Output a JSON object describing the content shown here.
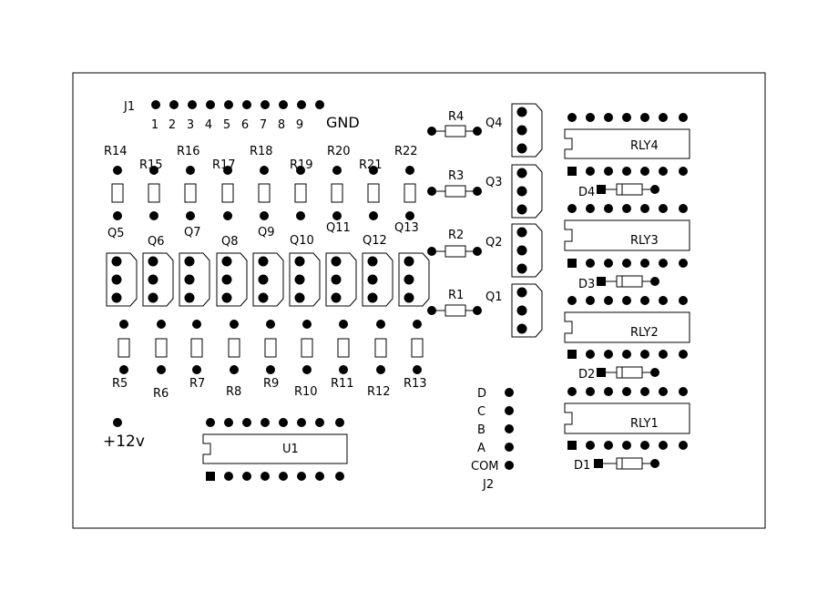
{
  "connectors": {
    "j1": {
      "name": "J1",
      "pins": [
        "1",
        "2",
        "3",
        "4",
        "5",
        "6",
        "7",
        "8",
        "9"
      ],
      "gnd": "GND"
    },
    "j2": {
      "name": "J2",
      "pins": [
        "D",
        "C",
        "B",
        "A",
        "COM"
      ]
    }
  },
  "labels": {
    "power": "+12v",
    "ic": "U1"
  },
  "top_resistors": [
    "R14",
    "R15",
    "R16",
    "R17",
    "R18",
    "R19",
    "R20",
    "R21",
    "R22"
  ],
  "transistors_row": [
    "Q5",
    "Q6",
    "Q7",
    "Q8",
    "Q9",
    "Q10",
    "Q11",
    "Q12",
    "Q13"
  ],
  "bottom_resistors": [
    "R5",
    "R6",
    "R7",
    "R8",
    "R9",
    "R10",
    "R11",
    "R12",
    "R13"
  ],
  "driver_resistors": [
    "R4",
    "R3",
    "R2",
    "R1"
  ],
  "driver_transistors": [
    "Q4",
    "Q3",
    "Q2",
    "Q1"
  ],
  "relays": [
    "RLY4",
    "RLY3",
    "RLY2",
    "RLY1"
  ],
  "diodes": [
    "D4",
    "D3",
    "D2",
    "D1"
  ]
}
